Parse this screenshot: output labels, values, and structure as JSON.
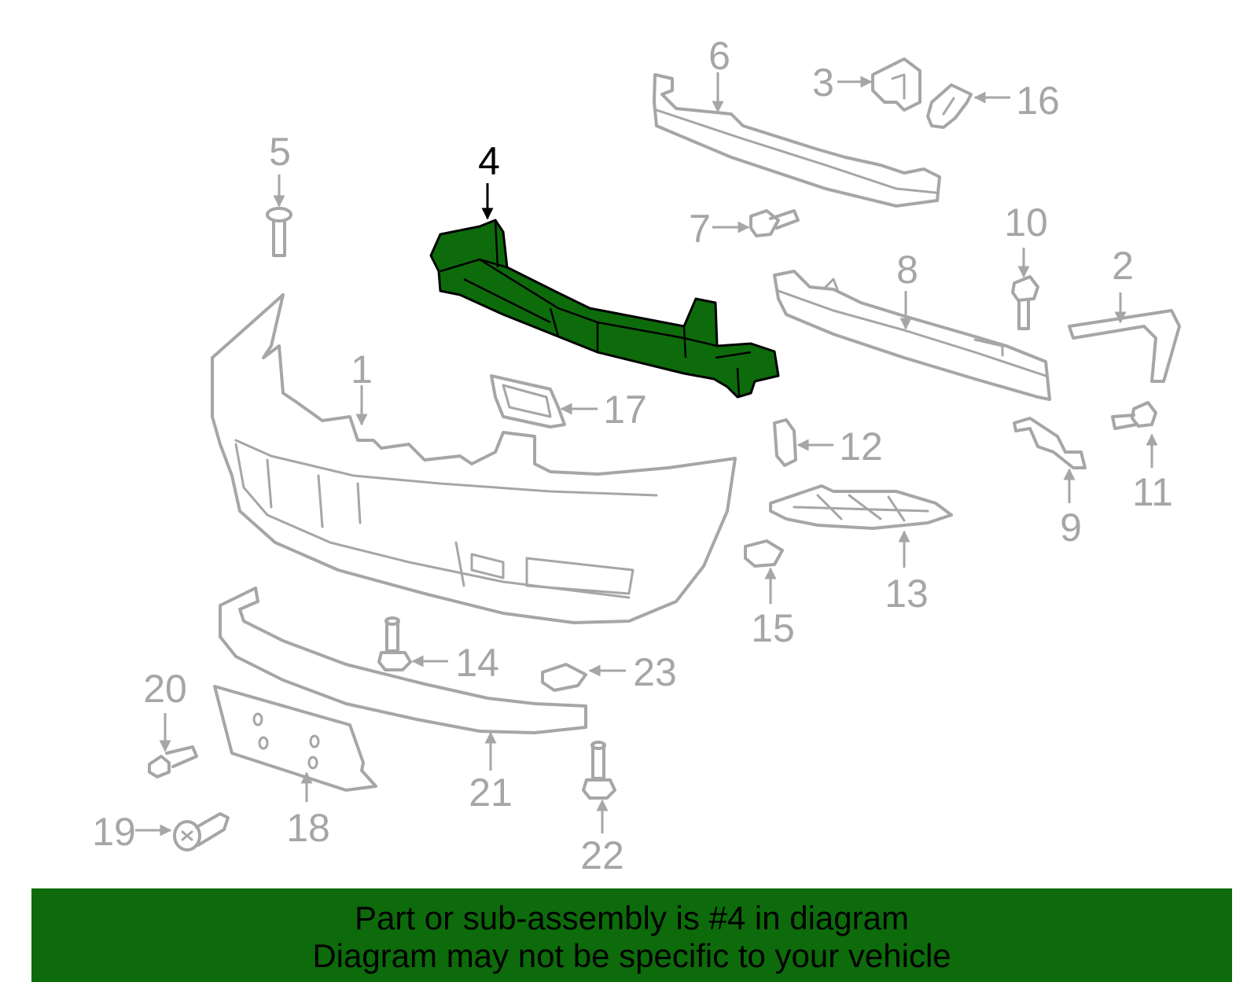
{
  "highlight_color": "#0d6b0b",
  "outline_color": "#a6a6a6",
  "highlighted_part": "4",
  "callouts": {
    "c1": "1",
    "c2": "2",
    "c3": "3",
    "c4": "4",
    "c5": "5",
    "c6": "6",
    "c7": "7",
    "c8": "8",
    "c9": "9",
    "c10": "10",
    "c11": "11",
    "c12": "12",
    "c13": "13",
    "c14": "14",
    "c15": "15",
    "c16": "16",
    "c17": "17",
    "c18": "18",
    "c19": "19",
    "c20": "20",
    "c21": "21",
    "c22": "22",
    "c23": "23"
  },
  "banner": {
    "line1": "Part or sub-assembly is #4 in diagram",
    "line2": "Diagram may not be specific to your vehicle"
  }
}
